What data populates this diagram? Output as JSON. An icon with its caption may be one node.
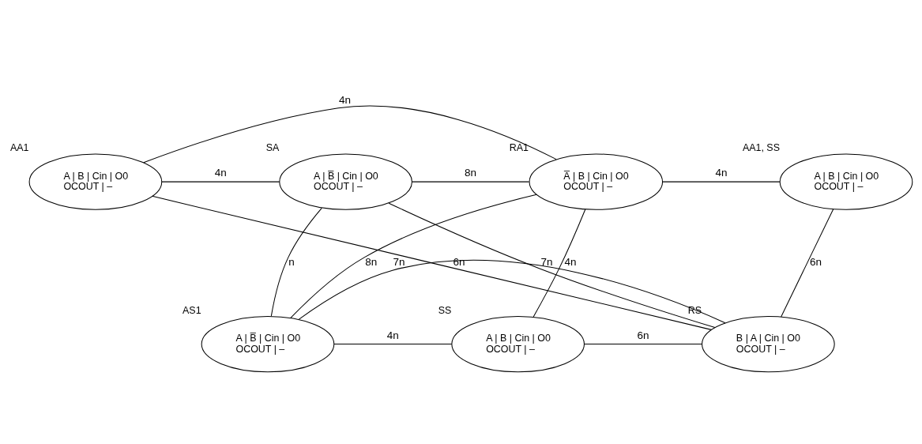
{
  "diagram": {
    "nodes": [
      {
        "text": [
          "A | B | Cin | O0",
          "OCOUT | –"
        ],
        "beside": [
          "AA1"
        ]
      },
      {
        "text": [
          "A | B̅ | Cin | O0",
          "OCOUT | –"
        ],
        "beside": [
          "SA"
        ]
      },
      {
        "text": [
          "A̅ | B | Cin | O0",
          "OCOUT | –"
        ],
        "beside": [
          "RA1"
        ]
      },
      {
        "text": [
          "A | B | Cin | O0",
          "OCOUT | –"
        ],
        "beside": [
          "AA1, SS"
        ]
      },
      {
        "text": [
          "A | B̅ | Cin | O0",
          "OCOUT | –"
        ],
        "beside": [
          "AS1"
        ]
      },
      {
        "text": [
          "A | B | Cin | O0",
          "OCOUT | –"
        ],
        "beside": [
          "SS"
        ]
      },
      {
        "text": [
          "B | A | Cin | O0",
          "OCOUT | –"
        ],
        "beside": [
          "RS"
        ]
      }
    ],
    "edges": [
      {
        "from": 0,
        "to": 2,
        "arrow": "none",
        "label": "4n"
      },
      {
        "from": 0,
        "to": 1,
        "arrow": "none",
        "label": "4n"
      },
      {
        "from": 1,
        "to": 2,
        "arrow": "none",
        "label": "8n"
      },
      {
        "from": 2,
        "to": 3,
        "arrow": "none",
        "label": "4n"
      },
      {
        "from": 0,
        "to": 6,
        "arrow": "none",
        "label": "6n"
      },
      {
        "from": 1,
        "to": 4,
        "arrow": "none",
        "label": "n"
      },
      {
        "from": 1,
        "to": 6,
        "arrow": "none",
        "label": "7n"
      },
      {
        "from": 2,
        "to": 4,
        "arrow": "none",
        "label": "8n"
      },
      {
        "from": 2,
        "to": 5,
        "arrow": "none",
        "label": "4n"
      },
      {
        "from": 3,
        "to": 6,
        "arrow": "none",
        "label": "6n"
      },
      {
        "from": 4,
        "to": 5,
        "arrow": "none",
        "label": "4n"
      },
      {
        "from": 5,
        "to": 6,
        "arrow": "none",
        "label": "6n"
      },
      {
        "from": 4,
        "to": 6,
        "arrow": "none",
        "label": "7n"
      }
    ]
  }
}
